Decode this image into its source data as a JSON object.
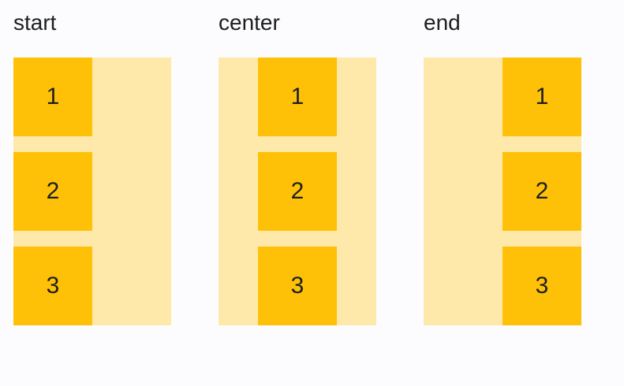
{
  "colors": {
    "background": "#FCFCFE",
    "container": "#FFE9AA",
    "item": "#FFC107",
    "text": "#1C1E21"
  },
  "columns": [
    {
      "label": "start",
      "alignment": "start",
      "items": [
        "1",
        "2",
        "3"
      ]
    },
    {
      "label": "center",
      "alignment": "center",
      "items": [
        "1",
        "2",
        "3"
      ]
    },
    {
      "label": "end",
      "alignment": "end",
      "items": [
        "1",
        "2",
        "3"
      ]
    }
  ]
}
